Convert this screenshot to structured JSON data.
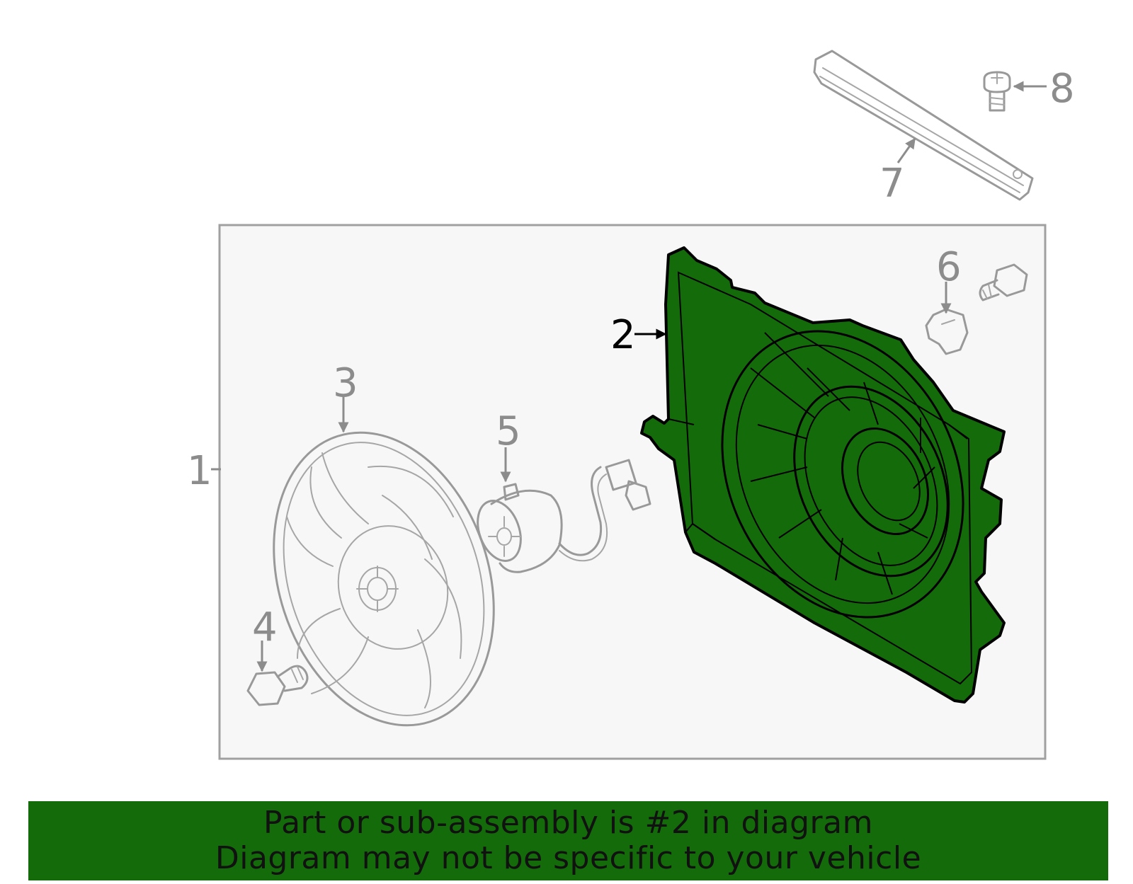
{
  "callouts": {
    "c1": "1",
    "c2": "2",
    "c3": "3",
    "c4": "4",
    "c5": "5",
    "c6": "6",
    "c7": "7",
    "c8": "8"
  },
  "highlighted_part": "2",
  "colors": {
    "highlight_fill": "#146b0a",
    "banner_bg": "#146b0a",
    "assembly_box_bg": "#f7f7f7",
    "part_outline": "#999999"
  },
  "banner": {
    "line1": "Part or sub-assembly is #2 in diagram",
    "line2": "Diagram may not be specific to your vehicle"
  }
}
